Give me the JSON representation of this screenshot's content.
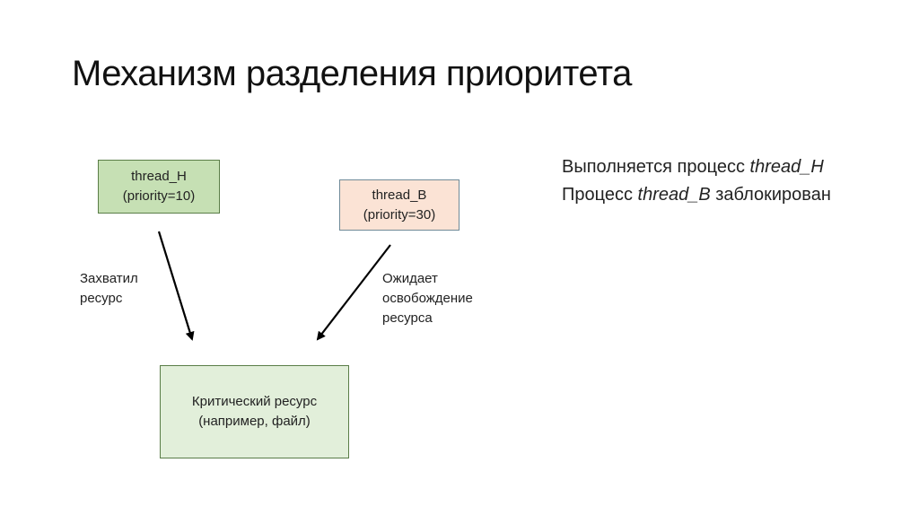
{
  "title": "Механизм разделения приоритета",
  "nodes": {
    "thread_h": {
      "line1": "thread_H",
      "line2": "(priority=10)"
    },
    "thread_b": {
      "line1": "thread_B",
      "line2": "(priority=30)"
    },
    "resource": {
      "line1": "Критический ресурс",
      "line2": "(например, файл)"
    }
  },
  "edges": {
    "seized": {
      "line1": "Захватил",
      "line2": "ресурс"
    },
    "waits": {
      "line1": "Ожидает",
      "line2": "освобождение",
      "line3": "ресурса"
    }
  },
  "status": {
    "line1_prefix": "Выполняется процесс ",
    "line1_thread": "thread_H",
    "line2_prefix": "Процесс ",
    "line2_thread": "thread_B",
    "line2_suffix": " заблокирован"
  }
}
